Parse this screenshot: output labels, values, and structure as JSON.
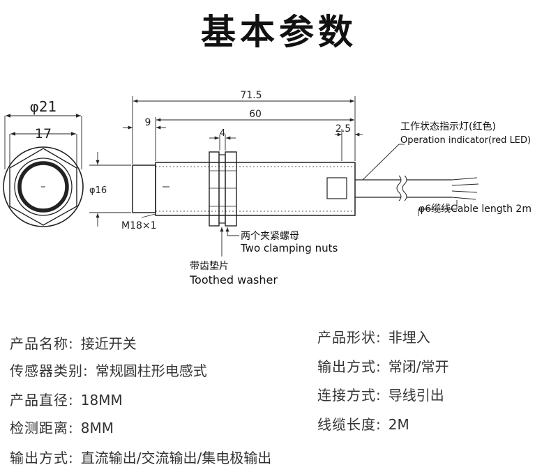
{
  "title": "基本参数",
  "drawing": {
    "end_view": {
      "outer_dia": "φ21",
      "hex_across": "17"
    },
    "side_view": {
      "total_length": "71.5",
      "thread_length": "60",
      "head_length": "9",
      "nut_width": "4",
      "indicator_offset": "2.5",
      "body_dia": "φ16",
      "thread_spec": "M18×1"
    },
    "callouts": {
      "indicator_cn": "工作状态指示灯(红色)",
      "indicator_en": "Operation indicator(red LED)",
      "cable_label": "φ6缆线Cable length 2m",
      "nuts_cn": "两个夹紧螺母",
      "nuts_en": "Two clamping nuts",
      "washer_cn": "带齿垫片",
      "washer_en": "Toothed washer"
    }
  },
  "specs_left": [
    {
      "key": "产品名称:",
      "value": "接近开关"
    },
    {
      "key": "传感器类别:",
      "value": "常规圆柱形电感式"
    },
    {
      "key": "产品直径:",
      "value": "18MM"
    },
    {
      "key": "检测距离:",
      "value": "8MM"
    },
    {
      "key": "输出方式:",
      "value": "直流输出/交流输出/集电极输出"
    }
  ],
  "specs_right": [
    {
      "key": "产品形状:",
      "value": "非埋入"
    },
    {
      "key": "输出方式:",
      "value": "常闭/常开"
    },
    {
      "key": "连接方式:",
      "value": "导线引出"
    },
    {
      "key": "线缆长度:",
      "value": "2M"
    }
  ]
}
